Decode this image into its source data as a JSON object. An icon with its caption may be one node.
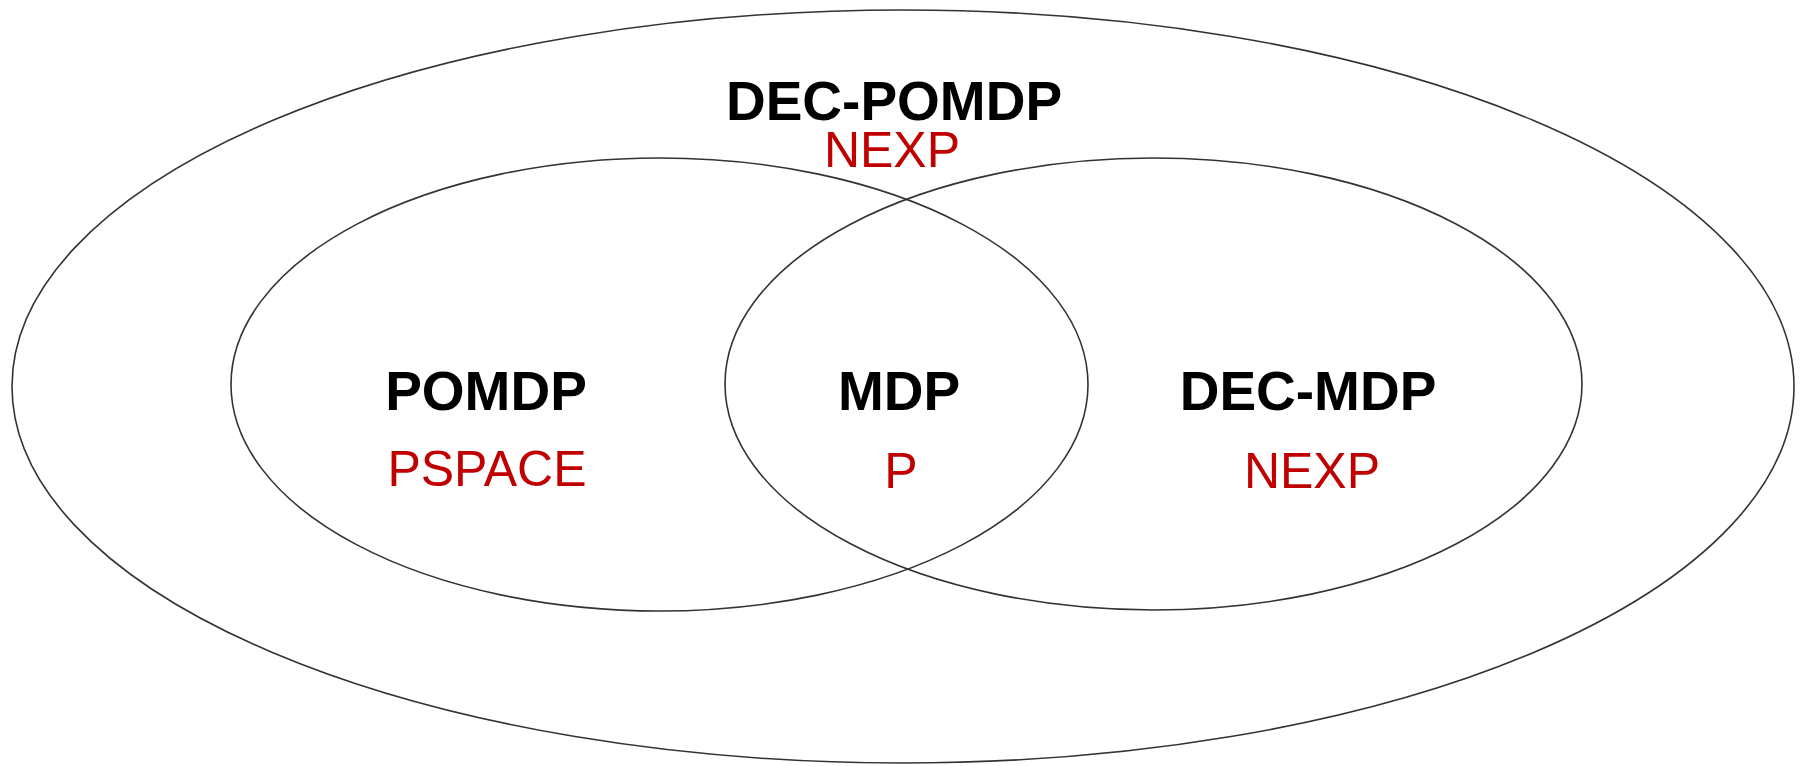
{
  "diagram": {
    "nodes": [
      {
        "text": [
          "DEC-POMDP",
          "NEXP"
        ]
      },
      {
        "text": [
          "POMDP",
          "PSPACE"
        ],
        "in": 0
      },
      {
        "text": [
          "MDP",
          "P"
        ]
      },
      {
        "text": [
          "DEC-MDP",
          "NEXP"
        ],
        "in": 0
      }
    ],
    "edges": []
  }
}
